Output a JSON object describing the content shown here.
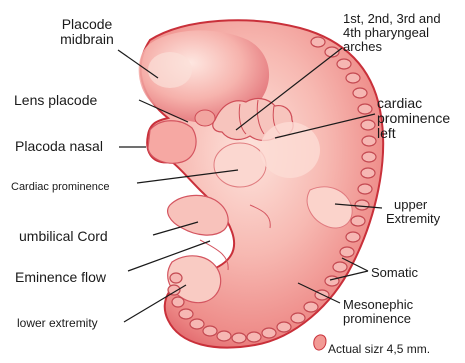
{
  "labels": {
    "placode_midbrain_1": "Placode",
    "placode_midbrain_2": "midbrain",
    "arches_1": "1st, 2nd, 3rd and",
    "arches_2": "4th pharyngeal",
    "arches_3": "arches",
    "lens_placode": "Lens placode",
    "cardiac_left_1": "cardiac",
    "cardiac_left_2": "prominence",
    "cardiac_left_3": "left",
    "placoda_nasal": "Placoda nasal",
    "cardiac_prominence": "Cardiac prominence",
    "upper_extremity_1": "upper",
    "upper_extremity_2": "Extremity",
    "umbilical_cord": "umbilical Cord",
    "somatic": "Somatic",
    "eminence_flow": "Eminence flow",
    "mesonephic_1": "Mesonephic",
    "mesonephic_2": "prominence",
    "lower_extremity": "lower extremity",
    "actual_size": "Actual sizr 4,5 mm."
  },
  "colors": {
    "embryo_light": "#fbd6cf",
    "embryo_mid": "#f29a95",
    "embryo_dark": "#c9303a",
    "somite_fill": "#f6b7b3",
    "somite_stroke": "#c44a52",
    "line": "#1a1a1a"
  }
}
